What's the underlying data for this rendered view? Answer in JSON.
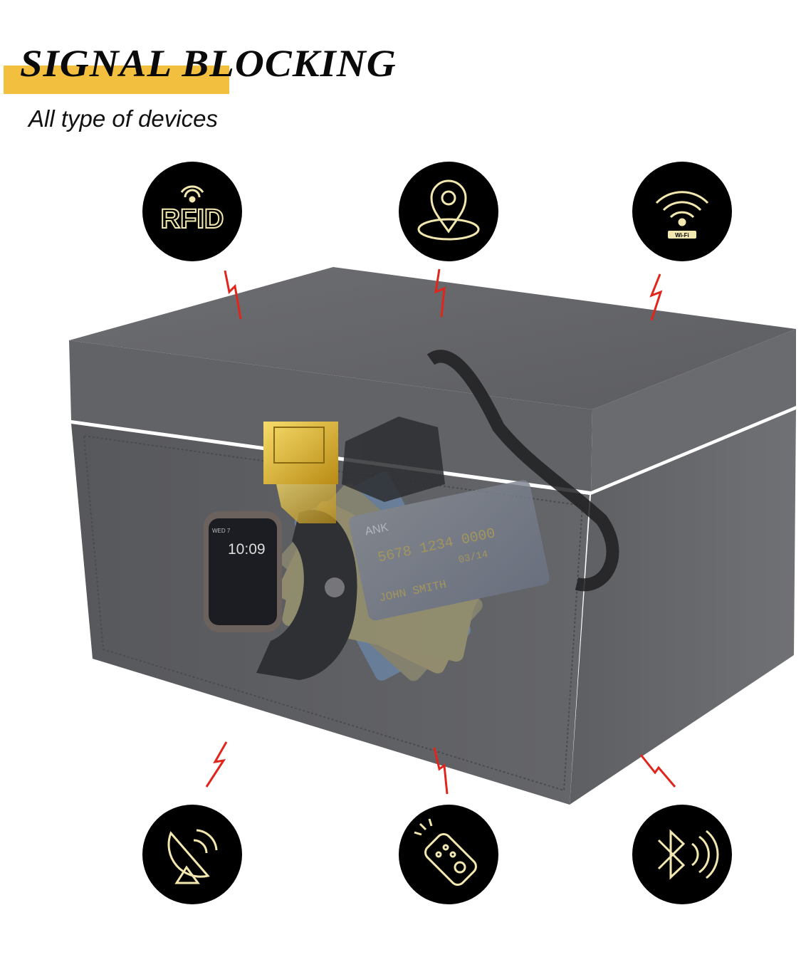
{
  "header": {
    "title": "SIGNAL BLOCKING",
    "subtitle": "All type of devices"
  },
  "colors": {
    "highlight": "#f2bf3e",
    "icon_bg": "#000000",
    "icon_line": "#f3e7b0",
    "lightning": "#e0261c",
    "box": "#5a5b5f"
  },
  "icons": [
    {
      "name": "rfid-icon",
      "label": "RFID"
    },
    {
      "name": "location-pin-icon"
    },
    {
      "name": "wifi-icon",
      "label": "Wi-Fi"
    },
    {
      "name": "satellite-dish-icon"
    },
    {
      "name": "remote-control-icon"
    },
    {
      "name": "bluetooth-icon"
    }
  ],
  "product": {
    "watch_day": "WED 7",
    "watch_time": "10:09",
    "card_name": "JOHN SMITH",
    "card_bank": "ANK",
    "card_number": "5678 1234 0000",
    "card_expiry": "03/14"
  }
}
